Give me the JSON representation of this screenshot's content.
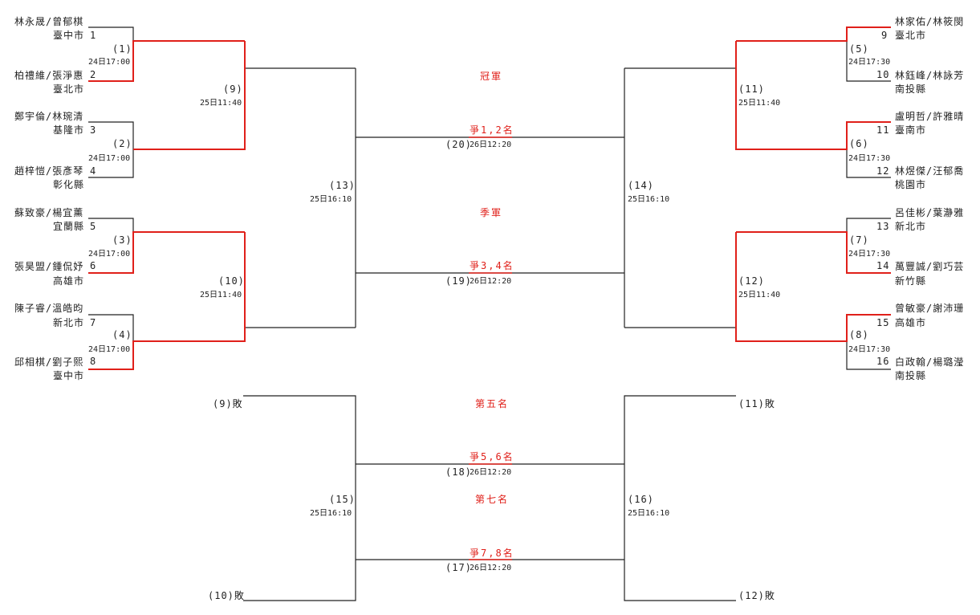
{
  "left_players": [
    {
      "seed": "1",
      "names": "林永晟/曾郁棋",
      "team": "臺中市"
    },
    {
      "seed": "2",
      "names": "柏禮維/張淨惠",
      "team": "臺北市"
    },
    {
      "seed": "3",
      "names": "鄭宇倫/林琬清",
      "team": "基隆市"
    },
    {
      "seed": "4",
      "names": "趙梓愷/張彥琴",
      "team": "彰化縣"
    },
    {
      "seed": "5",
      "names": "蘇致豪/楊宜薰",
      "team": "宜蘭縣"
    },
    {
      "seed": "6",
      "names": "張昊盟/鍾侃妤",
      "team": "高雄市"
    },
    {
      "seed": "7",
      "names": "陳子睿/溫皓昀",
      "team": "新北市"
    },
    {
      "seed": "8",
      "names": "邱相棋/劉子熙",
      "team": "臺中市"
    }
  ],
  "right_players": [
    {
      "seed": "9",
      "names": "林家佑/林筱閔",
      "team": "臺北市"
    },
    {
      "seed": "10",
      "names": "林鈺峰/林詠芳",
      "team": "南投縣"
    },
    {
      "seed": "11",
      "names": "盧明哲/許雅晴",
      "team": "臺南市"
    },
    {
      "seed": "12",
      "names": "林煜傑/汪郁喬",
      "team": "桃園市"
    },
    {
      "seed": "13",
      "names": "呂佳彬/葉瀞雅",
      "team": "新北市"
    },
    {
      "seed": "14",
      "names": "萬豐誠/劉巧芸",
      "team": "新竹縣"
    },
    {
      "seed": "15",
      "names": "曾敏豪/謝沛珊",
      "team": "高雄市"
    },
    {
      "seed": "16",
      "names": "白政翰/楊璐瀅",
      "team": "南投縣"
    }
  ],
  "matches": {
    "m1": {
      "no": "(1)",
      "time": "24日17:00"
    },
    "m2": {
      "no": "(2)",
      "time": "24日17:00"
    },
    "m3": {
      "no": "(3)",
      "time": "24日17:00"
    },
    "m4": {
      "no": "(4)",
      "time": "24日17:00"
    },
    "m5": {
      "no": "(5)",
      "time": "24日17:30"
    },
    "m6": {
      "no": "(6)",
      "time": "24日17:30"
    },
    "m7": {
      "no": "(7)",
      "time": "24日17:30"
    },
    "m8": {
      "no": "(8)",
      "time": "24日17:30"
    },
    "m9": {
      "no": "(9)",
      "time": "25日11:40"
    },
    "m10": {
      "no": "(10)",
      "time": "25日11:40"
    },
    "m11": {
      "no": "(11)",
      "time": "25日11:40"
    },
    "m12": {
      "no": "(12)",
      "time": "25日11:40"
    },
    "m13": {
      "no": "(13)",
      "time": "25日16:10"
    },
    "m14": {
      "no": "(14)",
      "time": "25日16:10"
    },
    "m15": {
      "no": "(15)",
      "time": "25日16:10"
    },
    "m16": {
      "no": "(16)",
      "time": "25日16:10"
    },
    "m17": {
      "no": "(17)",
      "time": "26日12:20"
    },
    "m18": {
      "no": "(18)",
      "time": "26日12:20"
    },
    "m19": {
      "no": "(19)",
      "time": "26日12:20"
    },
    "m20": {
      "no": "(20)",
      "time": "26日12:20"
    }
  },
  "finals": {
    "champion": "冠軍",
    "final_label": "爭1,2名",
    "runner": "季軍",
    "third_label": "爭3,4名",
    "fifth": "第五名",
    "fifth_label": "爭5,6名",
    "seventh": "第七名",
    "seventh_label": "爭7,8名"
  },
  "losers": {
    "l9": "(9)敗",
    "l10": "(10)敗",
    "l11": "(11)敗",
    "l12": "(12)敗"
  },
  "colors": {
    "winner_line": "#e0201a",
    "line": "#222222"
  }
}
